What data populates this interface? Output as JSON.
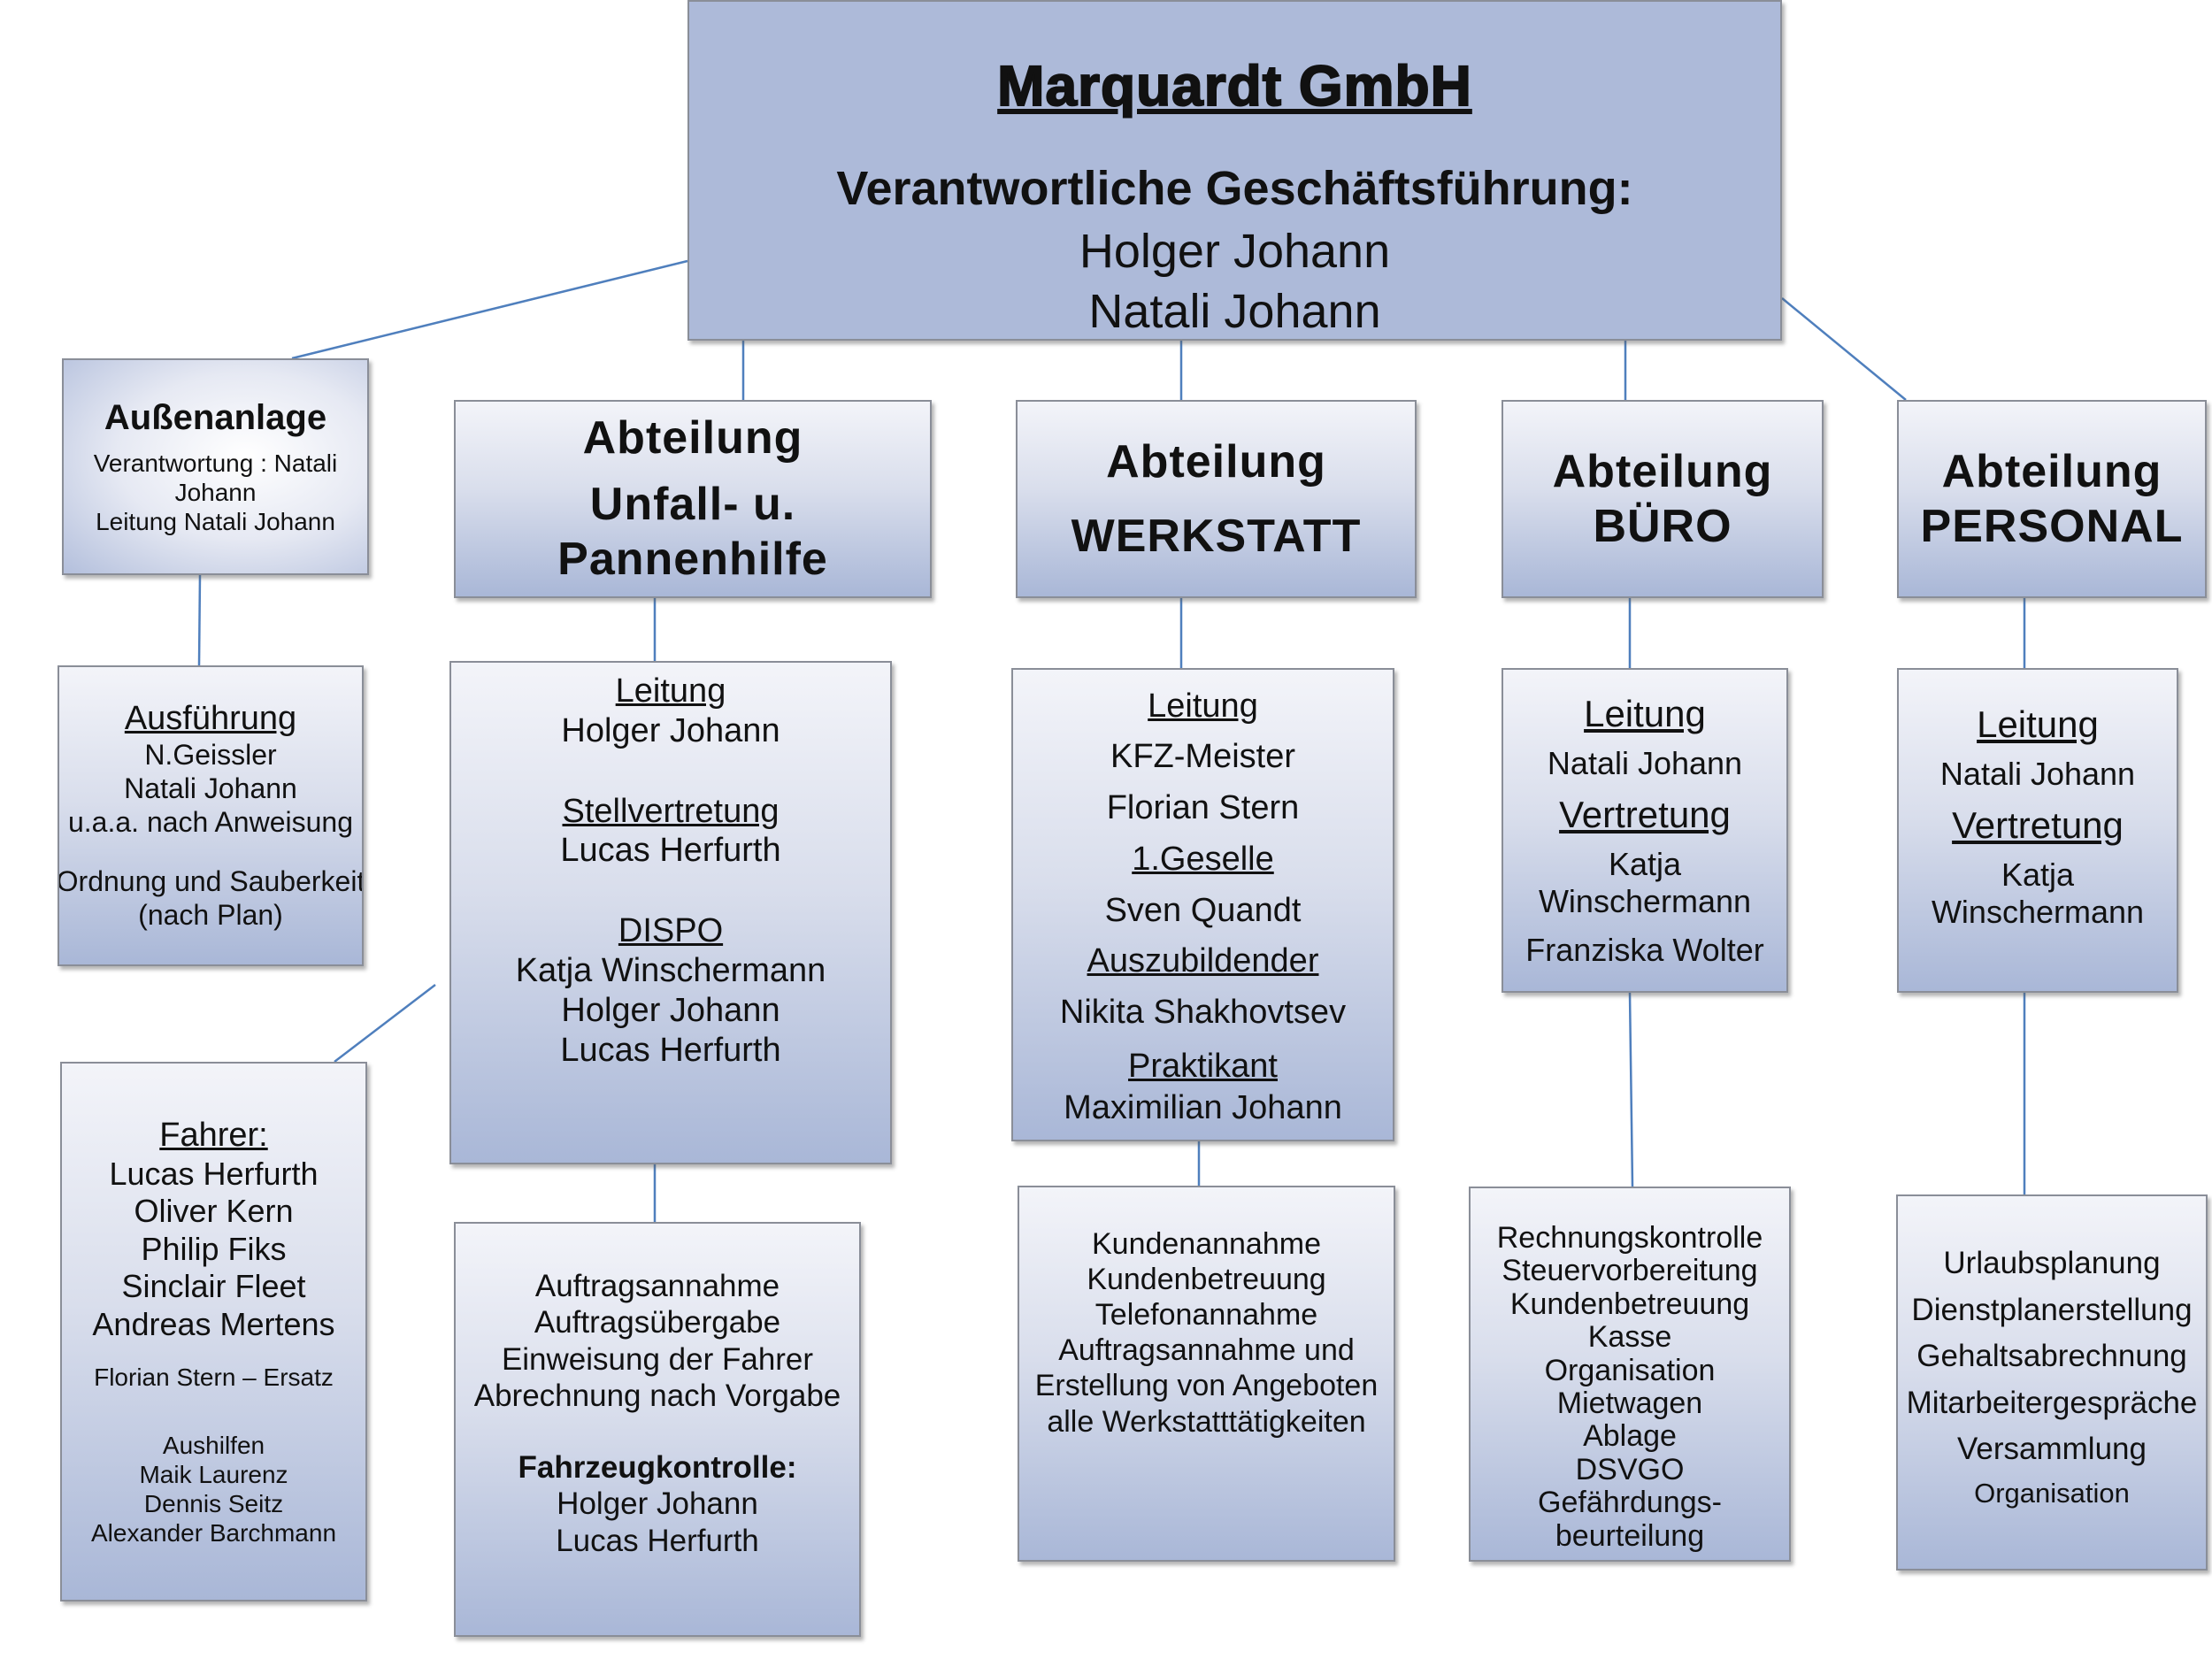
{
  "top": {
    "company": "Marquardt GmbH",
    "role": "Verantwortliche Geschäftsführung:",
    "names": [
      "Holger Johann",
      "Natali Johann"
    ]
  },
  "aussenanlage": {
    "title": "Außenanlage",
    "lines": [
      "Verantwortung : Natali",
      "Johann",
      "Leitung Natali Johann"
    ],
    "details": {
      "heading": "Ausführung",
      "lines": [
        "N.Geissler",
        "Natali Johann",
        "u.a.a. nach Anweisung"
      ],
      "extra": [
        "Ordnung und Sauberkeit",
        "(nach Plan)"
      ]
    },
    "fahrer": {
      "heading": "Fahrer:",
      "names": [
        "Lucas Herfurth",
        "Oliver Kern",
        "Philip Fiks",
        "Sinclair Fleet",
        "Andreas Mertens"
      ],
      "ersatz": "Florian Stern – Ersatz",
      "aushilfen": [
        "Aushilfen",
        "Maik Laurenz",
        "Dennis Seitz",
        "Alexander Barchmann"
      ]
    }
  },
  "unfall": {
    "title": [
      "Abteilung",
      "Unfall- u.",
      "Pannenhilfe"
    ],
    "staff": {
      "leitung_label": "Leitung",
      "leitung": "Holger Johann",
      "stellv_label": "Stellvertretung",
      "stellv": "Lucas Herfurth",
      "dispo_label": "DISPO",
      "dispo": [
        "Katja Winschermann",
        "Holger Johann",
        "Lucas Herfurth"
      ]
    },
    "tasks": {
      "lines": [
        "Auftragsannahme",
        "Auftragsübergabe",
        "Einweisung der Fahrer",
        "Abrechnung nach Vorgabe"
      ],
      "kontrolle_label": "Fahrzeugkontrolle:",
      "kontrolle": [
        "Holger Johann",
        "Lucas Herfurth"
      ]
    }
  },
  "werkstatt": {
    "title": [
      "Abteilung",
      "WERKSTATT"
    ],
    "staff": {
      "leitung_label": "Leitung",
      "leitung": [
        "KFZ-Meister",
        "Florian Stern"
      ],
      "geselle_label": "1.Geselle",
      "geselle": "Sven Quandt",
      "azubi_label": "Auszubildender",
      "azubi": "Nikita Shakhovtsev",
      "praktikant_label": "Praktikant",
      "praktikant": "Maximilian Johann"
    },
    "tasks": [
      "Kundenannahme",
      "Kundenbetreuung",
      "Telefonannahme",
      "Auftragsannahme und",
      "Erstellung von Angeboten",
      "alle Werkstatttätigkeiten"
    ]
  },
  "buero": {
    "title": [
      "Abteilung",
      "BÜRO"
    ],
    "staff": {
      "leitung_label": "Leitung",
      "leitung": "Natali Johann",
      "vertretung_label": "Vertretung",
      "vertretung": [
        "Katja",
        "Winschermann"
      ],
      "extra": "Franziska Wolter"
    },
    "tasks": [
      "Rechnungskontrolle",
      "Steuervorbereitung",
      "Kundenbetreuung",
      "Kasse",
      "Organisation",
      "Mietwagen",
      "Ablage",
      "DSVGO",
      "Gefährdungs-",
      "beurteilung"
    ]
  },
  "personal": {
    "title": [
      "Abteilung",
      "PERSONAL"
    ],
    "staff": {
      "leitung_label": "Leitung",
      "leitung": "Natali Johann",
      "vertretung_label": "Vertretung",
      "vertretung": [
        "Katja",
        "Winschermann"
      ]
    },
    "tasks": [
      "Urlaubsplanung",
      "Dienstplanerstellung",
      "Gehaltsabrechnung",
      "Mitarbeitergespräche",
      "Versammlung",
      "Organisation"
    ]
  },
  "colors": {
    "connector": "#4f7fbd",
    "header_fill": "#adbad9",
    "gradient_top": "#f3f4f9",
    "gradient_bottom": "#a9b7d7"
  }
}
